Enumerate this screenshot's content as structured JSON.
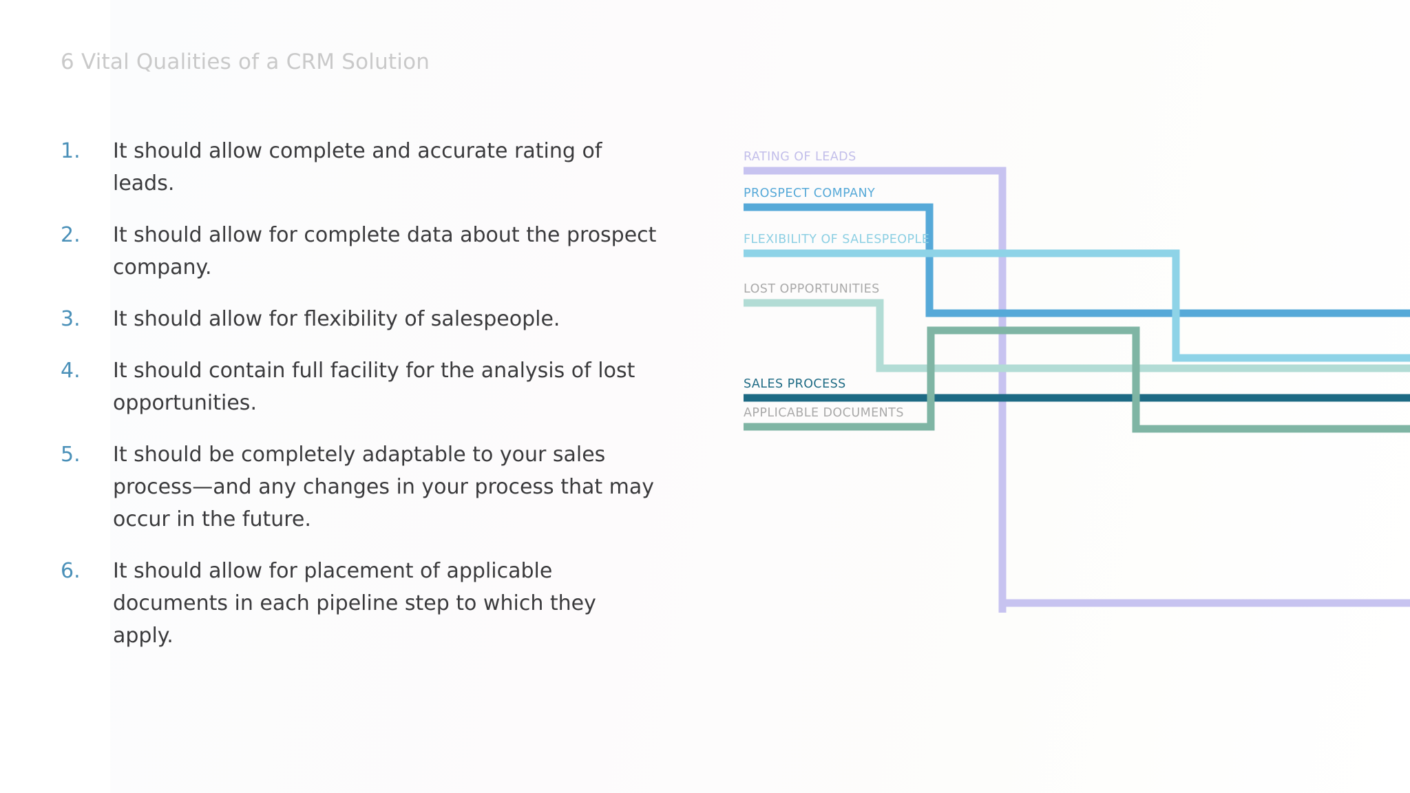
{
  "slide": {
    "title": "6 Vital Qualities of a CRM Solution",
    "title_color": "#c9c9c9",
    "background": "#ffffff"
  },
  "list": {
    "number_color": "#4a90b8",
    "text_color": "#3a3a3c",
    "items": [
      {
        "number": "1.",
        "text": "It should allow complete and accurate rating of leads."
      },
      {
        "number": "2.",
        "text": "It should allow for complete data about the prospect company."
      },
      {
        "number": "3.",
        "text": "It should allow for flexibility of salespeople."
      },
      {
        "number": "4.",
        "text": "It should contain full facility for the analysis of lost opportunities."
      },
      {
        "number": "5.",
        "text": "It should be completely adaptable to your sales process—and any changes in your process that may occur in the future."
      },
      {
        "number": "6.",
        "text": "It should allow for placement of applicable documents in each pipeline step to which they apply."
      }
    ]
  },
  "diagram": {
    "type": "pipeline-tracks",
    "tracks": [
      {
        "label": "RATING OF LEADS",
        "color": "#c7c3f0",
        "label_color": "#c2beea"
      },
      {
        "label": "PROSPECT COMPANY",
        "color": "#56a9d8",
        "label_color": "#56a9d8"
      },
      {
        "label": "FLEXIBILITY OF SALESPEOPLE",
        "color": "#8ed3e7",
        "label_color": "#8ccfe3"
      },
      {
        "label": "LOST OPPORTUNITIES",
        "color": "#b2dcd5",
        "label_color": "#a9a9a9"
      },
      {
        "label": "SALES PROCESS",
        "color": "#1d6a84",
        "label_color": "#1d6a84"
      },
      {
        "label": "APPLICABLE DOCUMENTS",
        "color": "#7fb5a4",
        "label_color": "#a9a9a9"
      }
    ]
  }
}
